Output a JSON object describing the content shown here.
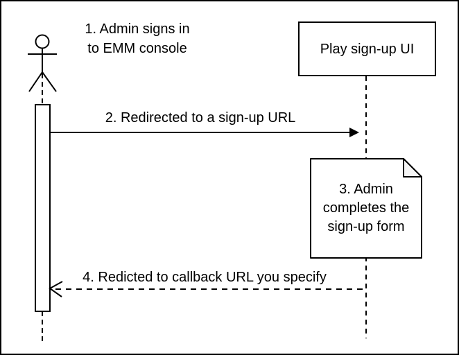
{
  "diagram": {
    "type": "uml-sequence-diagram",
    "background_color": "#ffffff",
    "stroke_color": "#000000",
    "note_fill_color": "#ffffff",
    "note_fold_color": "#f5f5f5"
  },
  "actor": {
    "signin_label": "1. Admin signs in\nto EMM console"
  },
  "participants": {
    "play_ui_label": "Play sign-up UI"
  },
  "messages": {
    "redirect_label": "2. Redirected to a sign-up URL",
    "note_label": "3. Admin\ncompletes the\nsign-up form",
    "callback_label": "4. Redicted to callback URL you specify"
  }
}
